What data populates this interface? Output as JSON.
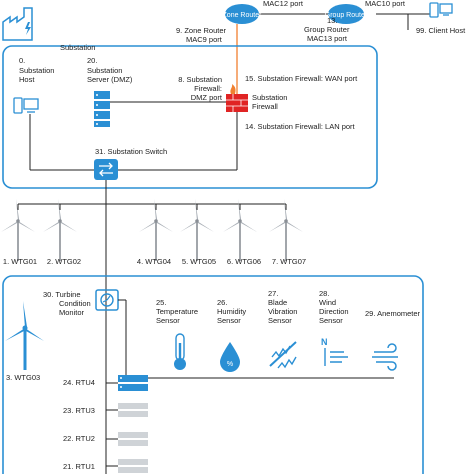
{
  "top": {
    "mac12_text": "MAC12 port",
    "mac10_text": "MAC10 port",
    "zone_router_icon_text": "Zone Router",
    "group_router_icon_text": "Group Router",
    "zone_router_label_1": "9. Zone Router",
    "zone_router_label_2": "MAC9 port",
    "group_router_label_1": "13.",
    "group_router_label_2": "Group Router",
    "group_router_label_3": "MAC13 port",
    "client_host": "99. Client Host"
  },
  "substation": {
    "title": "Substation",
    "host_1": "0.",
    "host_2": "Substation",
    "host_3": "Host",
    "server_1": "20.",
    "server_2": "Substation",
    "server_3": "Server (DMZ)",
    "fw_dmz_1": "8. Substation",
    "fw_dmz_2": "Firewall:",
    "fw_dmz_3": "DMZ port",
    "fw_name_1": "Substation",
    "fw_name_2": "Firewall",
    "fw_wan": "15. Substation Firewall: WAN port",
    "fw_lan": "14. Substation Firewall: LAN port",
    "switch": "31. Substation Switch"
  },
  "turbines": [
    "1. WTG01",
    "2. WTG02",
    "4. WTG04",
    "5. WTG05",
    "6. WTG06",
    "7. WTG07"
  ],
  "wtg03": {
    "label": "3. WTG03",
    "cm_1": "30. Turbine",
    "cm_2": "Condition",
    "cm_3": "Monitor",
    "sensors": [
      {
        "l1": "25.",
        "l2": "Temperature",
        "l3": "Sensor"
      },
      {
        "l1": "26.",
        "l2": "Humidity",
        "l3": "Sensor"
      },
      {
        "l1": "27.",
        "l2": "Blade",
        "l3": "Vibration",
        "l4": "Sensor"
      },
      {
        "l1": "28.",
        "l2": "Wind",
        "l3": "Direction",
        "l4": "Sensor"
      }
    ],
    "anemometer": "29. Anemometer",
    "rtus": [
      "24. RTU4",
      "23. RTU3",
      "22. RTU2",
      "21. RTU1"
    ]
  },
  "colors": {
    "accent": "#2a8fd4",
    "firewall": "#e02424",
    "link_orange": "#f08030",
    "line": "#222222"
  }
}
